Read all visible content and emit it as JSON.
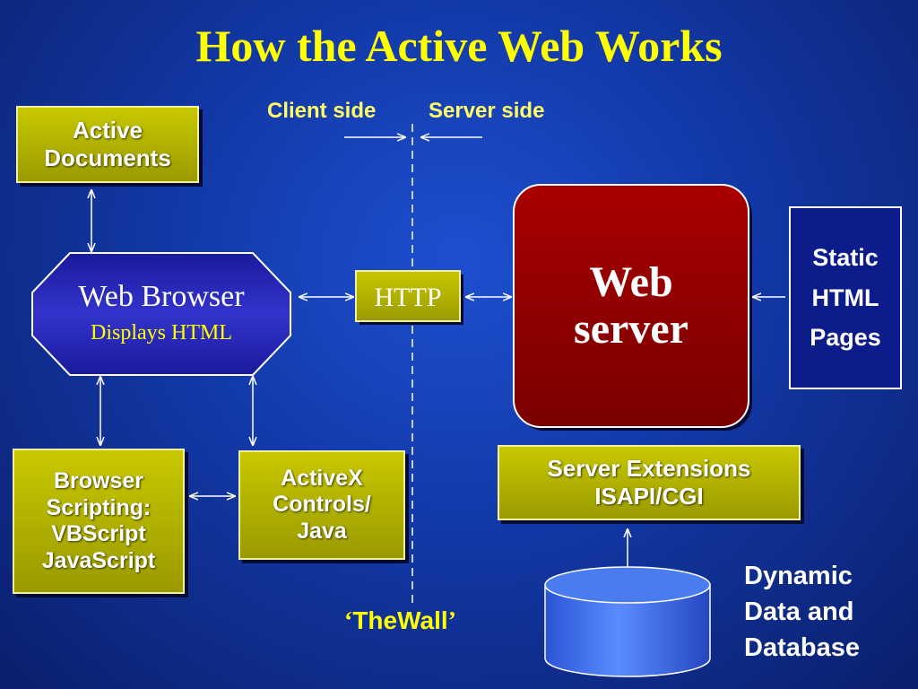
{
  "title": "How the Active Web Works",
  "labels": {
    "client_side": "Client side",
    "server_side": "Server side",
    "the_wall": "TheWall",
    "wall_quote_open": "‘",
    "wall_quote_close": "’"
  },
  "nodes": {
    "active_documents": [
      "Active",
      "Documents"
    ],
    "web_browser": {
      "title": "Web Browser",
      "subtitle": "Displays HTML"
    },
    "http": "HTTP",
    "web_server": [
      "Web",
      "server"
    ],
    "static_html": [
      "Static",
      "HTML",
      "Pages"
    ],
    "browser_scripting": [
      "Browser",
      "Scripting:",
      "VBScript",
      "JavaScript"
    ],
    "activex": [
      "ActiveX",
      "Controls/",
      "Java"
    ],
    "server_extensions": [
      "Server Extensions",
      "ISAPI/CGI"
    ],
    "dynamic_data": [
      "Dynamic",
      "Data and",
      "Database"
    ]
  },
  "colors": {
    "title": "#ffff00",
    "label": "#ffff66",
    "olive_box": "#b0b000",
    "web_server_fill": "#9a0000",
    "browser_fill": "#2a28b8",
    "database_fill": "#3f6ee8",
    "arrow": "#ffffff"
  }
}
